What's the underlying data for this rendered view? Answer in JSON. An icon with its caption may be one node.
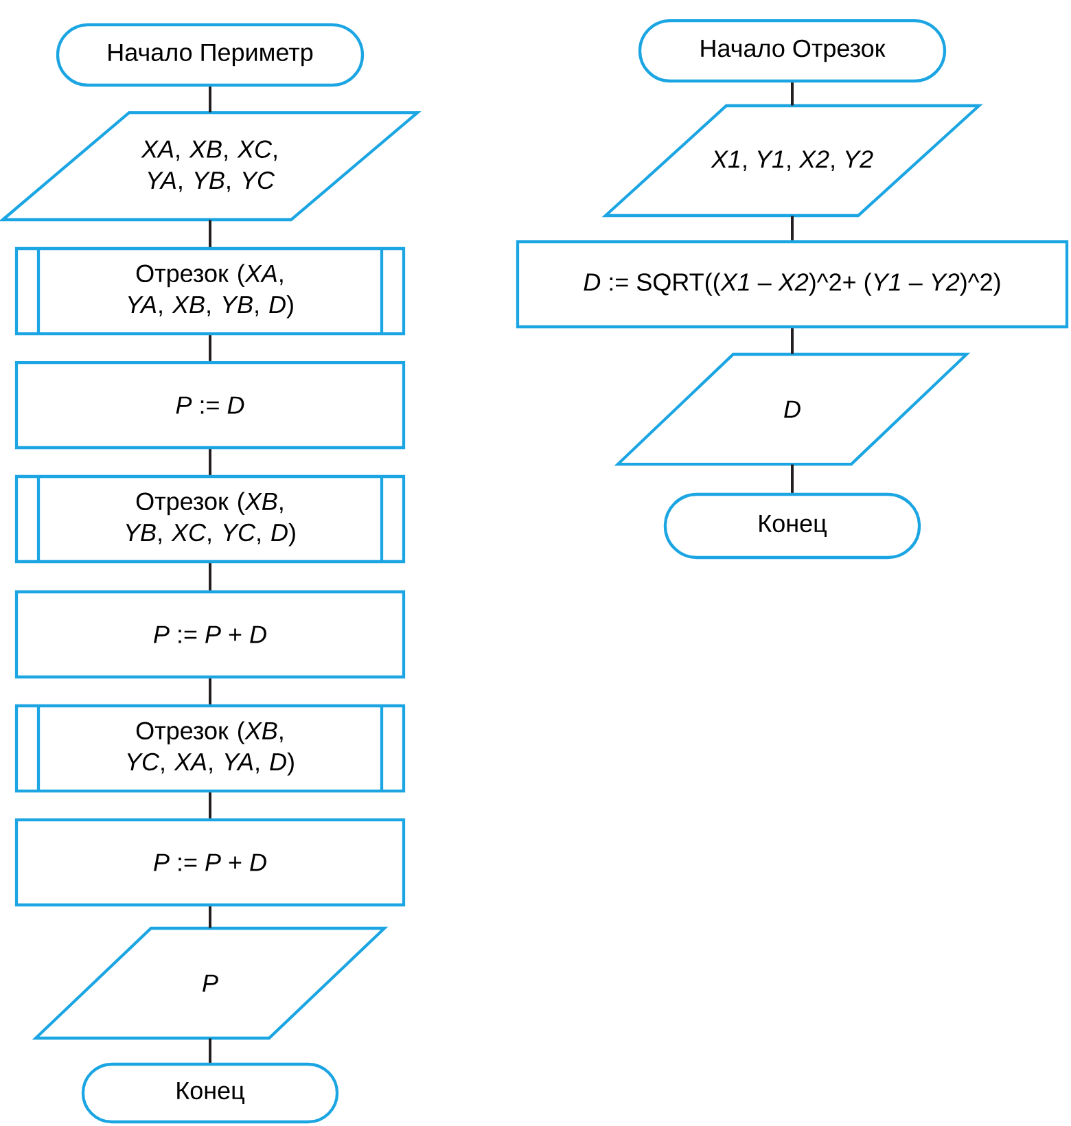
{
  "diagram": {
    "nodes": [
      {
        "text": [
          "Начало Периметр"
        ]
      },
      {
        "text": [
          "*XA*, *XB*, *XC*, *YA*, *YB*, *YC*"
        ]
      },
      {
        "text": [
          "Отрезок (*XA*, *YA*, *XB*, *YB*, *D*)"
        ]
      },
      {
        "text": [
          "*P* := *D*"
        ]
      },
      {
        "text": [
          "Отрезок (*XB*, *YB*, *XC*, *YC*, *D*)"
        ]
      },
      {
        "text": [
          "*P* := *P* + *D*"
        ]
      },
      {
        "text": [
          "Отрезок (*XB*, *YC*, *XA*, *YA*, *D*)"
        ]
      },
      {
        "text": [
          "*P* := *P* + *D*"
        ]
      },
      {
        "text": [
          "P"
        ]
      },
      {
        "text": [
          "Конец"
        ]
      },
      {
        "text": [
          "Начало Отрезок"
        ]
      },
      {
        "text": [
          "*X1*, *Y1*, *X2*, *Y2*"
        ]
      },
      {
        "text": [
          "*D* := SQRT((*X1* – *X2*)^2+ (*Y1* – *Y2*)^2)"
        ]
      },
      {
        "text": [
          "D"
        ]
      },
      {
        "text": [
          "Конец"
        ]
      }
    ],
    "edges": [
      {
        "from": 0,
        "to": 1,
        "arrow": "none"
      },
      {
        "from": 1,
        "to": 2,
        "arrow": "none"
      },
      {
        "from": 2,
        "to": 3,
        "arrow": "none"
      },
      {
        "from": 3,
        "to": 4,
        "arrow": "none"
      },
      {
        "from": 4,
        "to": 5,
        "arrow": "none"
      },
      {
        "from": 5,
        "to": 6,
        "arrow": "none"
      },
      {
        "from": 6,
        "to": 7,
        "arrow": "none"
      },
      {
        "from": 7,
        "to": 8,
        "arrow": "none"
      },
      {
        "from": 8,
        "to": 9,
        "arrow": "none"
      },
      {
        "from": 10,
        "to": 11,
        "arrow": "none"
      },
      {
        "from": 11,
        "to": 12,
        "arrow": "none"
      },
      {
        "from": 12,
        "to": 13,
        "arrow": "none"
      },
      {
        "from": 13,
        "to": 14,
        "arrow": "none"
      }
    ]
  }
}
